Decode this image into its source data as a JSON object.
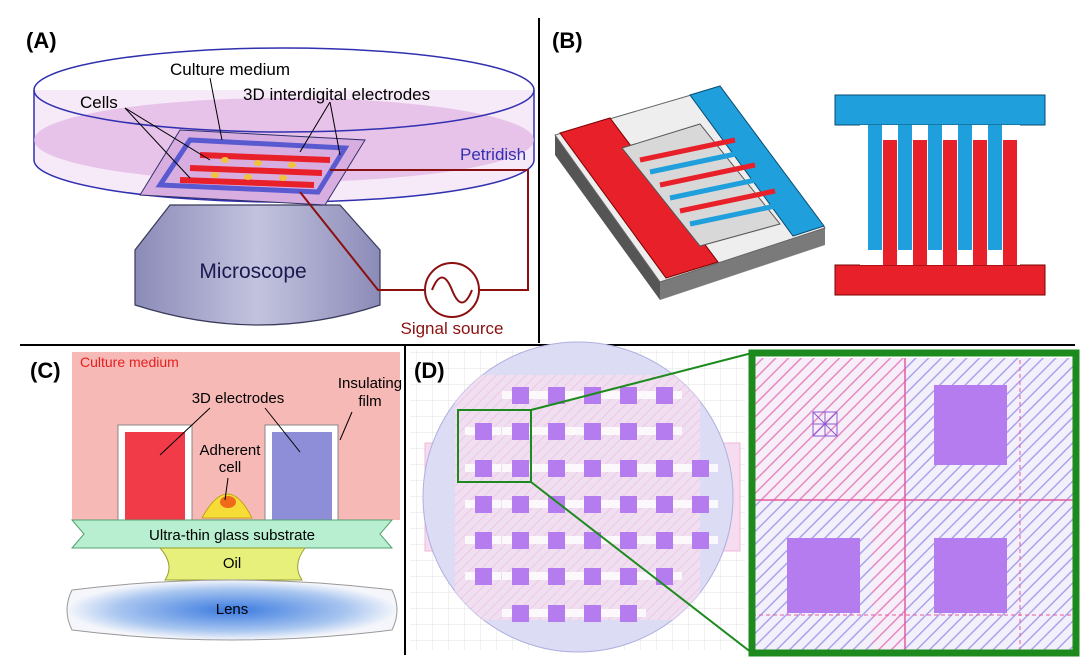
{
  "panel_a": {
    "label": "(A)",
    "culture_medium": "Culture medium",
    "cells": "Cells",
    "electrodes": "3D interdigital electrodes",
    "petridish": "Petridish",
    "microscope": "Microscope",
    "signal_source": "Signal source"
  },
  "panel_b": {
    "label": "(B)"
  },
  "panel_c": {
    "label": "(C)",
    "culture_medium": "Culture medium",
    "electrodes": "3D electrodes",
    "insulating_1": "Insulating",
    "insulating_2": "film",
    "adherent_1": "Adherent",
    "adherent_2": "cell",
    "glass": "Ultra-thin glass substrate",
    "oil": "Oil",
    "lens": "Lens"
  },
  "panel_d": {
    "label": "(D)"
  },
  "colors": {
    "electrode_red": "#e8202a",
    "electrode_blue": "#1fa0dc",
    "petri_blue": "#3030b0",
    "signal_red": "#8b1010",
    "pad_purple": "#b57cf0",
    "zoom_green": "#1d8a1d"
  }
}
